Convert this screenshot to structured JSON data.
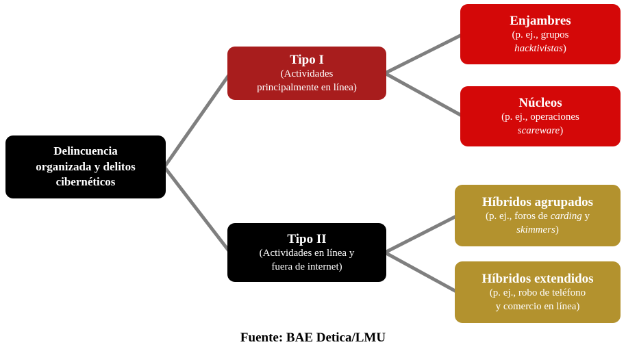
{
  "diagram": {
    "root": {
      "lines": [
        "Delincuencia",
        "organizada y delitos",
        "cibernéticos"
      ]
    },
    "tipo1": {
      "title": "Tipo I",
      "sub": [
        "(Actividades",
        "principalmente en línea)"
      ]
    },
    "tipo2": {
      "title": "Tipo II",
      "sub": [
        "(Actividades en línea y",
        "fuera de internet)"
      ]
    },
    "enjambres": {
      "title": "Enjambres",
      "sub_prefix": "(p. ej., grupos",
      "sub_italic": "hacktivistas",
      "sub_suffix": ")"
    },
    "nucleos": {
      "title": "Núcleos",
      "sub_prefix": "(p. ej., operaciones",
      "sub_italic": "scareware",
      "sub_suffix": ")"
    },
    "hibridos_agrupados": {
      "title": "Híbridos agrupados",
      "sub_prefix": "(p. ej., foros de ",
      "sub_italic": "carding",
      "sub_mid": " y",
      "sub_italic2": "skimmers",
      "sub_suffix": ")"
    },
    "hibridos_extendidos": {
      "title": "Híbridos extendidos",
      "sub": [
        "(p. ej., robo de teléfono",
        "y comercio en línea)"
      ]
    }
  },
  "caption": "Fuente: BAE Detica/LMU",
  "colors": {
    "root_black": "#000000",
    "tipo1_darkred": "#a81d1d",
    "leaf_red": "#d40808",
    "leaf_gold": "#b3922e",
    "connector_gray": "#7f7f7f",
    "text_white": "#ffffff"
  }
}
